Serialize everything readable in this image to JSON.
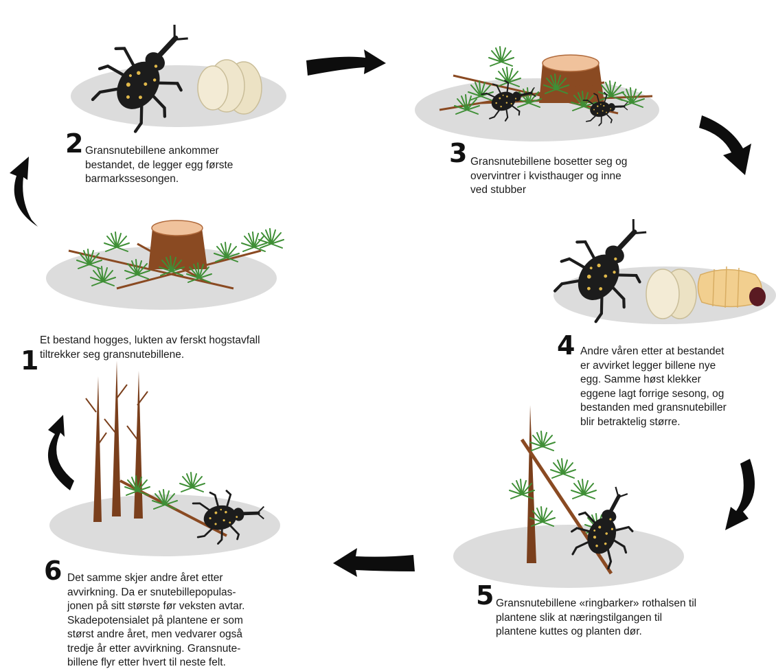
{
  "steps": [
    {
      "number": "1",
      "text": "Et bestand hogges, lukten av ferskt hogstavfall\ntiltrekker seg gransnutebillene."
    },
    {
      "number": "2",
      "text": "Gransnutebillene ankommer\nbestandet,  de legger egg første\nbarmarkssesongen."
    },
    {
      "number": "3",
      "text": "Gransnutebillene bosetter seg og\novervintrer i kvisthauger og inne\nved stubber"
    },
    {
      "number": "4",
      "text": "Andre våren etter at bestandet\ner avvirket legger billene nye\negg. Samme høst klekker\neggene lagt forrige sesong, og\nbestanden med gransnutebiller\nblir betraktelig større."
    },
    {
      "number": "5",
      "text": "Gransnutebillene «ringbarker» rothalsen til\nplantene slik at næringstilgangen til\nplantene kuttes og planten dør."
    },
    {
      "number": "6",
      "text": "Det samme skjer andre året etter\navvirkning. Da er snutebillepopulas-\njonen på sitt største før veksten avtar.\nSkadepotensialet på plantene er som\nstørst andre året, men vedvarer også\ntredje år etter avvirkning. Gransnute-\nbillene flyr etter hvert til neste felt."
    }
  ],
  "colors": {
    "ground": "#dcdcdc",
    "arrow": "#0d0d0d",
    "beetle": "#1c1c1c",
    "spot": "#e0b84a",
    "needle": "#3f8f36",
    "stump": "#8a4a22",
    "stumpTop": "#f0c29c",
    "egg": "#ece2c4",
    "larva": "#f2cf8f"
  }
}
